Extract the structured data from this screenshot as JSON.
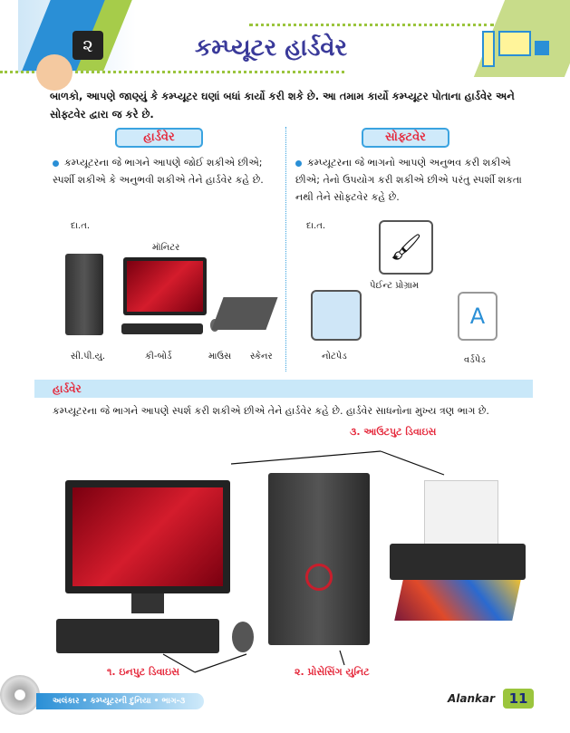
{
  "header": {
    "chapter_number": "૨",
    "title": "કમ્પ્યૂટર હાર્ડવેર"
  },
  "intro": "બાળકો, આપણે જાણ્યું કે કમ્પ્યૂટર ઘણાં બધાં કાર્યો કરી શકે છે. આ તમામ કાર્યો કમ્પ્યૂટર પોતાના હાર્ડવેર અને સોફ્ટવેર દ્વારા જ કરે છે.",
  "hardware": {
    "heading": "હાર્ડવેર",
    "definition": "કમ્પ્યૂટરના જે ભાગને આપણે જોઈ શકીએ છીએ; સ્પર્શી શકીએ કે અનુભવી શકીએ તેને હાર્ડવેર કહે છે.",
    "eg": "દા.ત.",
    "labels": {
      "monitor": "મૉનિટર",
      "cpu": "સી.પી.યુ.",
      "keyboard": "કી-બોર્ડ",
      "mouse": "માઉસ",
      "scanner": "સ્કેનર"
    }
  },
  "software": {
    "heading": "સોફ્ટવેર",
    "definition": "કમ્પ્યૂટરના જે ભાગનો આપણે અનુભવ કરી શકીએ છીએ; તેનો ઉપયોગ કરી શકીએ છીએ પરંતુ સ્પર્શી શકતા નથી તેને સોફ્ટવેર કહે છે.",
    "eg": "દા.ત.",
    "labels": {
      "paint": "પેઈન્ટ પ્રોગ્રામ",
      "notepad": "નોટપેડ",
      "wordpad": "વર્ડપેડ"
    }
  },
  "section": {
    "heading": "હાર્ડવેર",
    "text": "કમ્પ્યૂટરના જે ભાગને આપણે સ્પર્શ કરી શકીએ છીએ તેને હાર્ડવેર કહે છે. હાર્ડવેર સાધનોના મુખ્ય ત્રણ ભાગ છે.",
    "input": "૧. ઇનપુટ ડિવાઇસ",
    "processing": "૨. પ્રોસેસિંગ યુનિટ",
    "output": "૩. આઉટપુટ ડિવાઇસ"
  },
  "footer": {
    "series": "અલંકાર • કમ્પ્યૂટરની દુનિયા • ભાગ-૩",
    "brand": "Alankar",
    "page": "11"
  }
}
